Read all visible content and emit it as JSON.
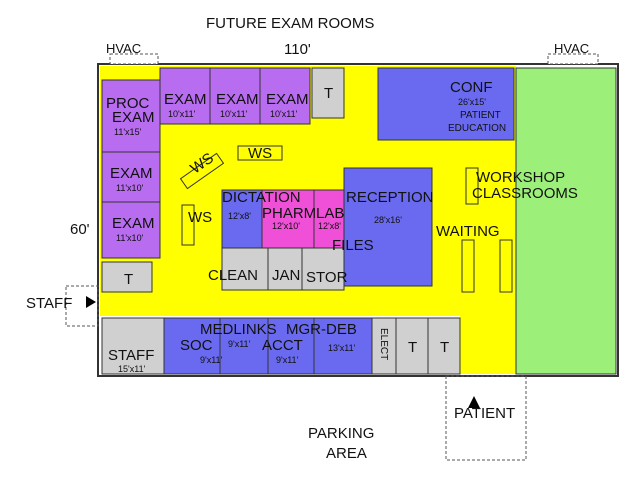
{
  "labels": {
    "future_exam_rooms": "FUTURE EXAM ROOMS",
    "width_dim": "110'",
    "height_dim": "60'",
    "hvac_left": "HVAC",
    "hvac_right": "HVAC",
    "staff_entry": "STAFF",
    "patient_entry": "PATIENT",
    "parking_1": "PARKING",
    "parking_2": "AREA"
  },
  "rooms": {
    "proc_exam_1": "PROC",
    "proc_exam_2": "EXAM",
    "proc_exam_dim": "11'x15'",
    "exam_a": "EXAM",
    "exam_a_dim": "10'x11'",
    "exam_b": "EXAM",
    "exam_b_dim": "10'x11'",
    "exam_c": "EXAM",
    "exam_c_dim": "10'x11'",
    "toilet_top": "T",
    "conf": "CONF",
    "conf_dim": "26'x15'",
    "conf_sub_1": "PATIENT",
    "conf_sub_2": "EDUCATION",
    "workshop_1": "WORKSHOP",
    "workshop_2": "CLASSROOMS",
    "exam_d": "EXAM",
    "exam_d_dim": "11'x10'",
    "exam_e": "EXAM",
    "exam_e_dim": "11'x10'",
    "toilet_left": "T",
    "ws_diag": "WS",
    "ws_top": "WS",
    "ws_left": "WS",
    "dictation": "DICTATION",
    "dictation_dim": "12'x8'",
    "pharm": "PHARM",
    "pharm_dim": "12'x10'",
    "lab": "LAB",
    "lab_dim": "12'x8'",
    "reception": "RECEPTION",
    "reception_dim": "28'x16'",
    "files": "FILES",
    "waiting": "WAITING",
    "clean": "CLEAN",
    "jan": "JAN",
    "stor": "STOR",
    "staff": "STAFF",
    "staff_dim": "15'x11'",
    "soc": "SOC",
    "soc_dim": "9'x11'",
    "medlinks": "MEDLINKS",
    "medlinks_dim": "9'x11'",
    "acct": "ACCT",
    "acct_dim": "9'x11'",
    "mgr_deb": "MGR-DEB",
    "mgr_deb_dim": "13'x11'",
    "elect": "ELECT",
    "toilet_b1": "T",
    "toilet_b2": "T"
  },
  "colors": {
    "corridor": "#ffff00",
    "exam_purple": "#b86cf0",
    "office_blue": "#6a6af0",
    "pharm_magenta": "#f050d8",
    "classroom_green": "#9cf07a",
    "service_gray": "#d0d0d0",
    "wall": "#333333"
  }
}
